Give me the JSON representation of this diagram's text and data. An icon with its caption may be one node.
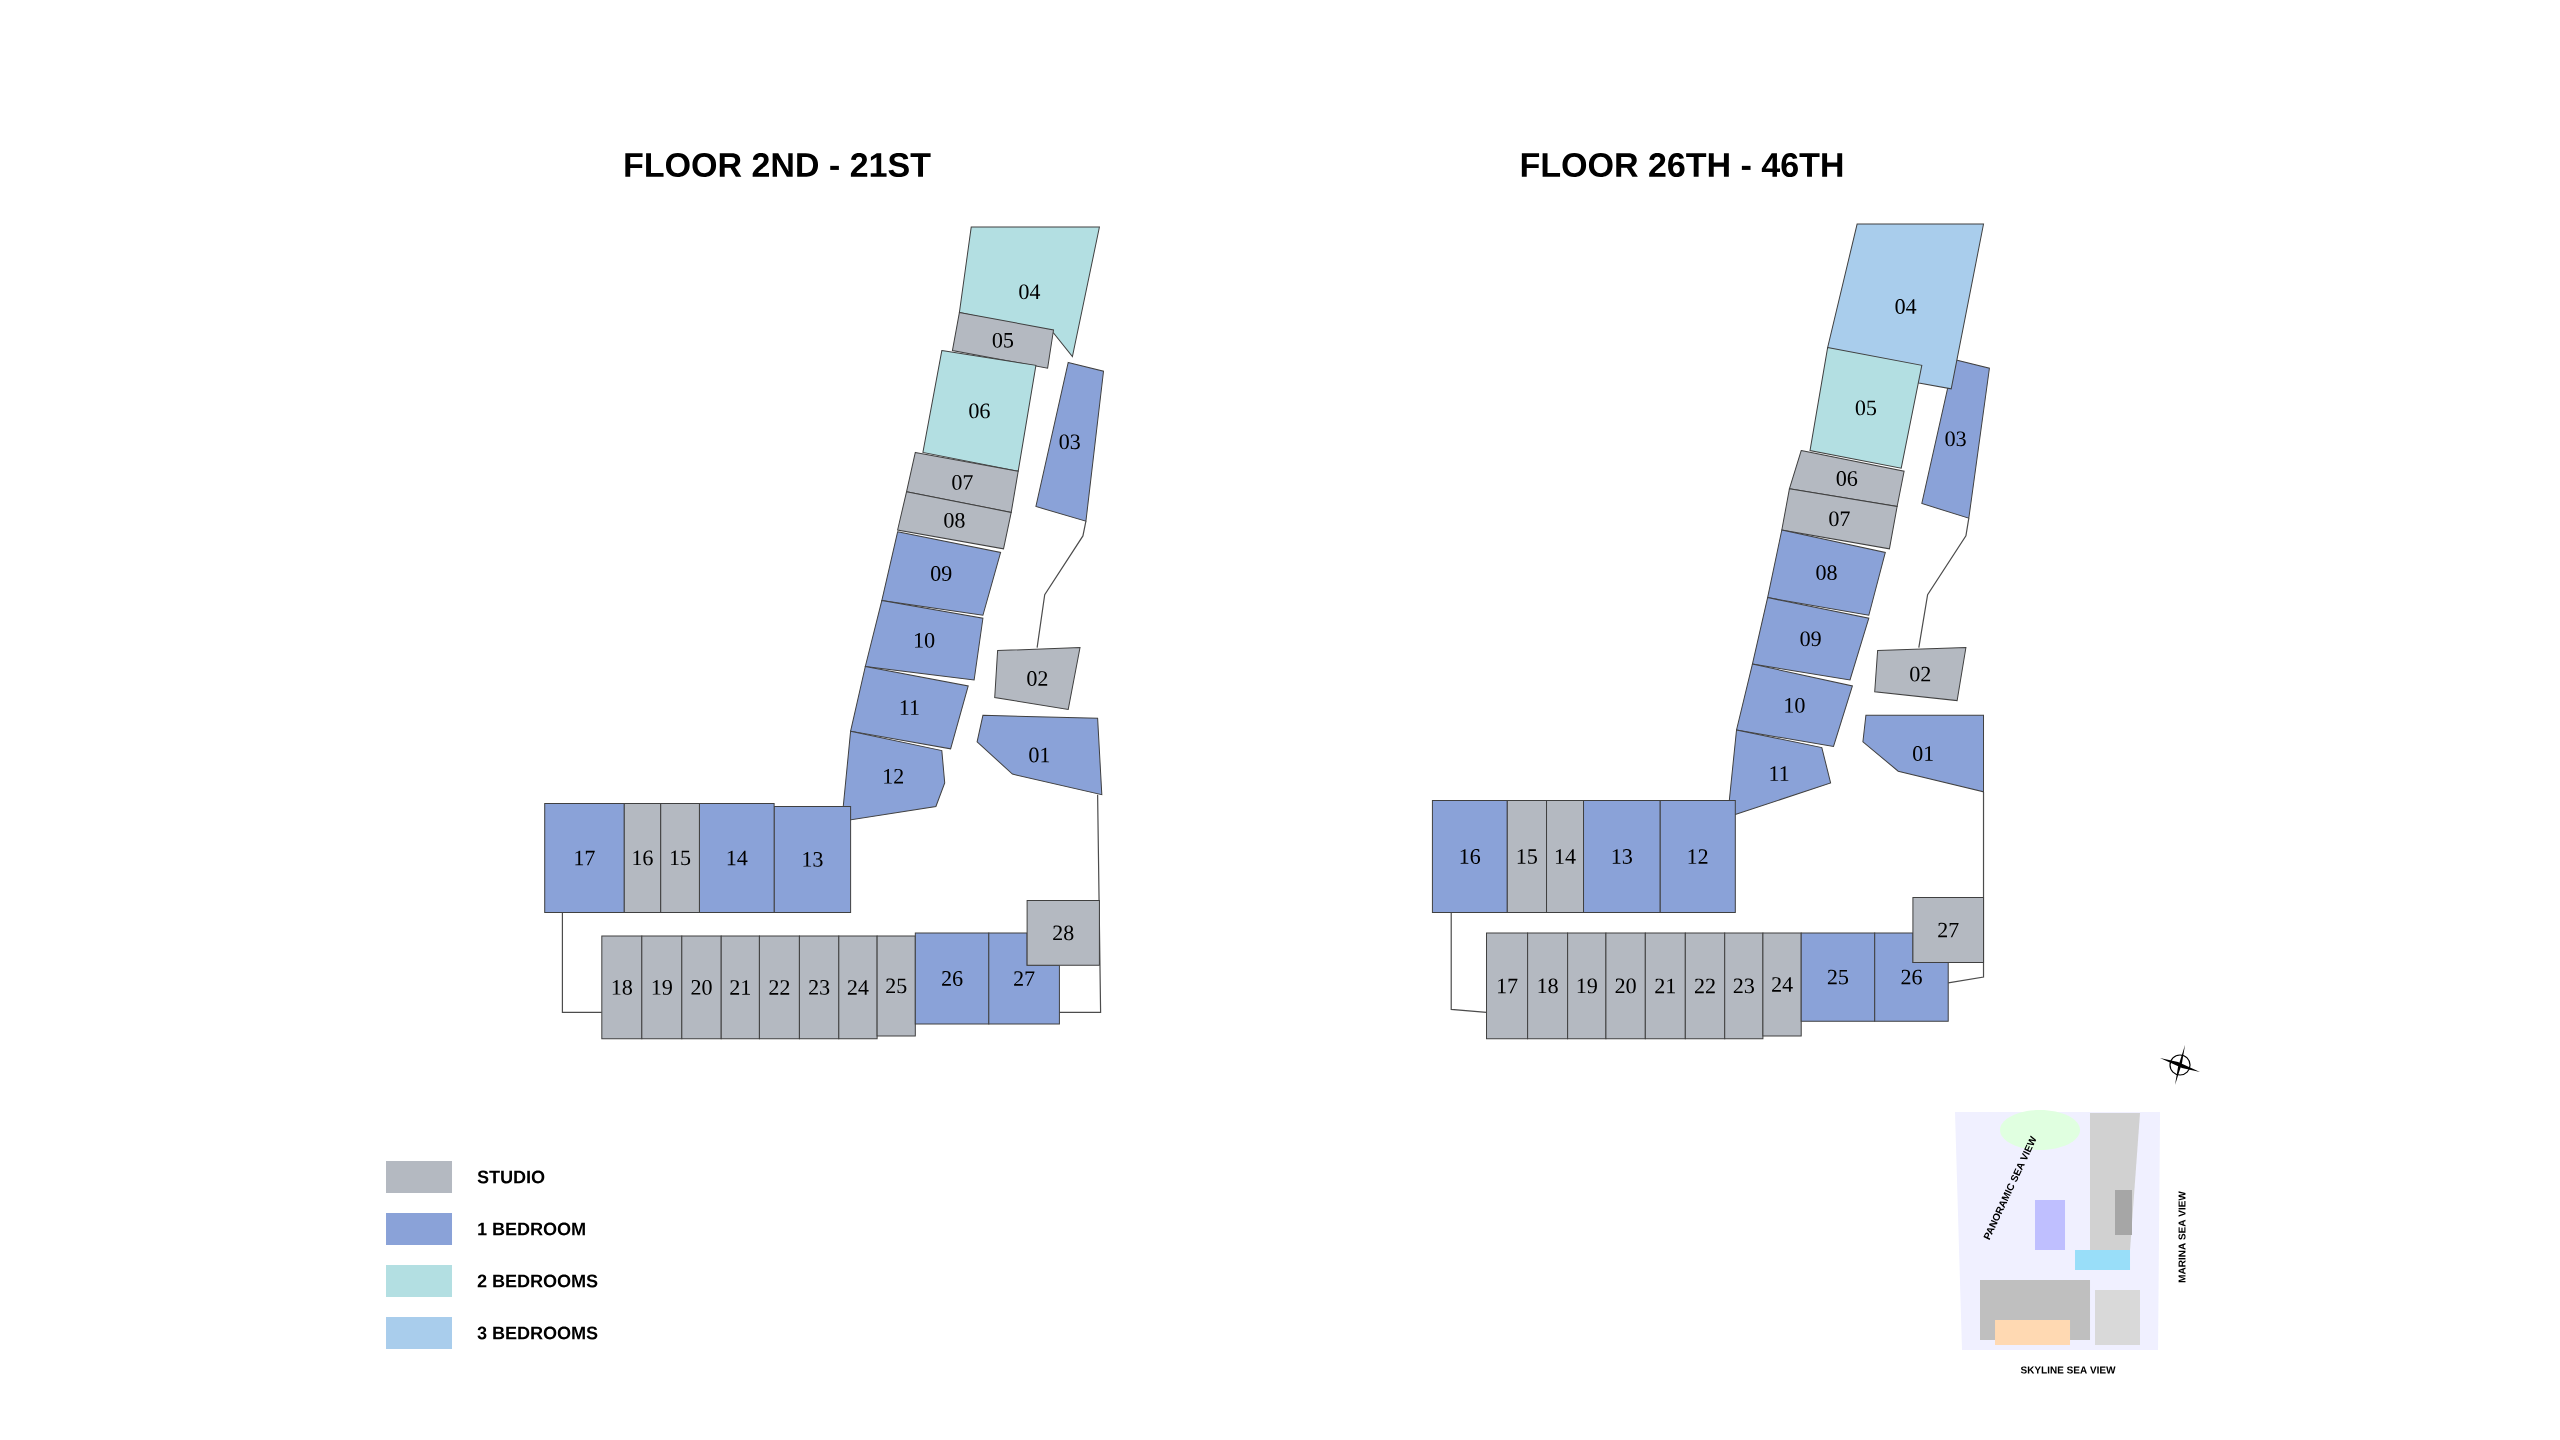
{
  "diagram": {
    "nodes": [
      {
        "text": [
          "01"
        ]
      },
      {
        "text": [
          "02"
        ]
      },
      {
        "text": [
          "03"
        ]
      },
      {
        "text": [
          "04"
        ]
      },
      {
        "text": [
          "05"
        ]
      },
      {
        "text": [
          "06"
        ]
      },
      {
        "text": [
          "07"
        ]
      },
      {
        "text": [
          "08"
        ]
      },
      {
        "text": [
          "09"
        ]
      },
      {
        "text": [
          "10"
        ]
      },
      {
        "text": [
          "11"
        ]
      },
      {
        "text": [
          "12"
        ]
      },
      {
        "text": [
          "13"
        ]
      },
      {
        "text": [
          "14"
        ]
      },
      {
        "text": [
          "15"
        ]
      },
      {
        "text": [
          "16"
        ]
      },
      {
        "text": [
          "17"
        ]
      },
      {
        "text": [
          "18"
        ]
      },
      {
        "text": [
          "19"
        ]
      },
      {
        "text": [
          "20"
        ]
      },
      {
        "text": [
          "21"
        ]
      },
      {
        "text": [
          "22"
        ]
      },
      {
        "text": [
          "23"
        ]
      },
      {
        "text": [
          "24"
        ]
      },
      {
        "text": [
          "25"
        ]
      },
      {
        "text": [
          "26"
        ]
      },
      {
        "text": [
          "27"
        ]
      },
      {
        "text": [
          "28"
        ]
      },
      {
        "text": [
          "01"
        ]
      },
      {
        "text": [
          "02"
        ]
      },
      {
        "text": [
          "03"
        ]
      },
      {
        "text": [
          "04"
        ]
      },
      {
        "text": [
          "05"
        ]
      },
      {
        "text": [
          "06"
        ]
      },
      {
        "text": [
          "07"
        ]
      },
      {
        "text": [
          "08"
        ]
      },
      {
        "text": [
          "09"
        ]
      },
      {
        "text": [
          "10"
        ]
      },
      {
        "text": [
          "11"
        ]
      },
      {
        "text": [
          "12"
        ]
      },
      {
        "text": [
          "13"
        ]
      },
      {
        "text": [
          "14"
        ]
      },
      {
        "text": [
          "15"
        ]
      },
      {
        "text": [
          "16"
        ]
      },
      {
        "text": [
          "17"
        ]
      },
      {
        "text": [
          "18"
        ]
      },
      {
        "text": [
          "19"
        ]
      },
      {
        "text": [
          "20"
        ]
      },
      {
        "text": [
          "21"
        ]
      },
      {
        "text": [
          "22"
        ]
      },
      {
        "text": [
          "23"
        ]
      },
      {
        "text": [
          "24"
        ]
      },
      {
        "text": [
          "25"
        ]
      },
      {
        "text": [
          "26"
        ]
      },
      {
        "text": [
          "27"
        ]
      }
    ],
    "labels": [
      "FLOOR 2ND - 21ST",
      "FLOOR 26TH - 46TH",
      "PANORAMIC SEA VIEW",
      "MARINA SEA VIEW",
      "SKYLINE SEA VIEW"
    ],
    "legend": [
      {
        "text": "STUDIO",
        "color": "#b4b9c1"
      },
      {
        "text": "1 BEDROOM",
        "color": "#8aa2d8"
      },
      {
        "text": "2 BEDROOMS",
        "color": "#b3dfe2"
      },
      {
        "text": "3 BEDROOMS",
        "color": "#a9cdec"
      }
    ]
  }
}
